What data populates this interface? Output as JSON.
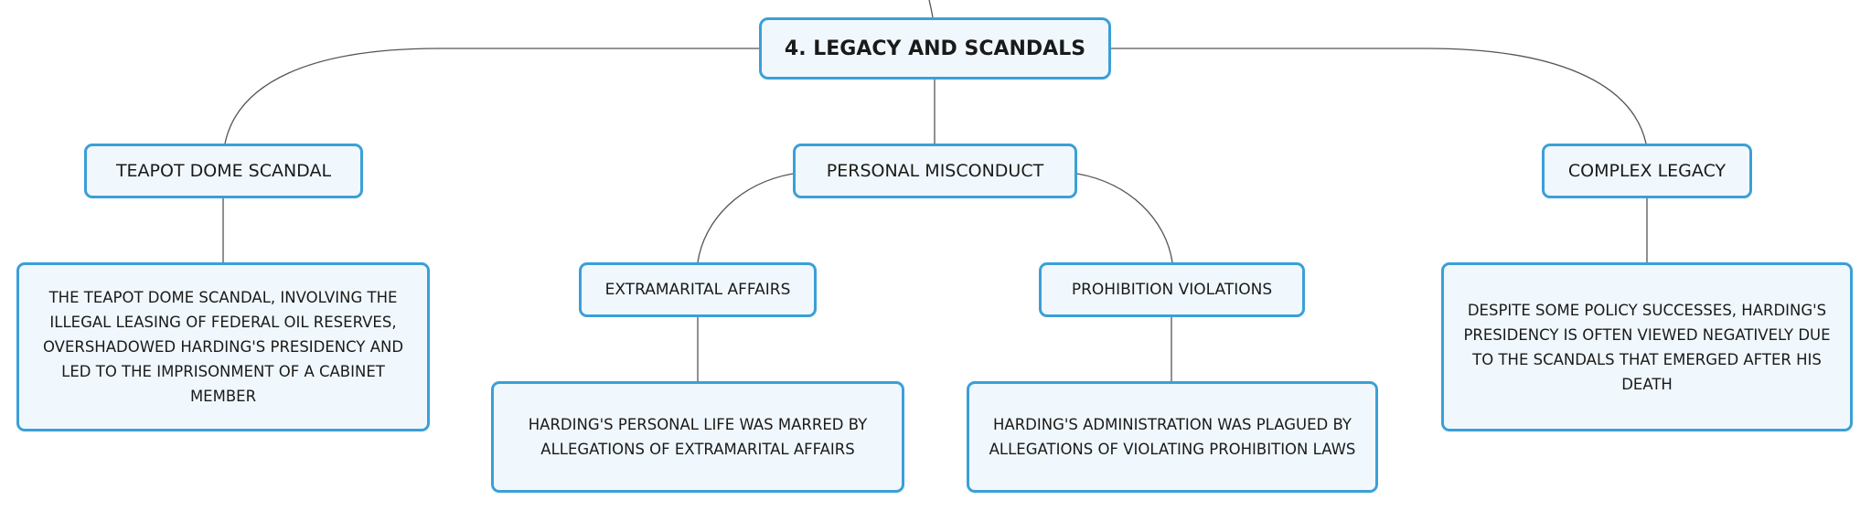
{
  "root": {
    "label": "4. LEGACY AND SCANDALS"
  },
  "branches": [
    {
      "label": "TEAPOT DOME SCANDAL",
      "detail": "THE TEAPOT DOME SCANDAL, INVOLVING THE ILLEGAL LEASING OF FEDERAL OIL RESERVES, OVERSHADOWED HARDING'S PRESIDENCY AND LED TO THE IMPRISONMENT OF A CABINET MEMBER"
    },
    {
      "label": "PERSONAL MISCONDUCT",
      "children": [
        {
          "label": "EXTRAMARITAL AFFAIRS",
          "detail": "HARDING'S PERSONAL LIFE WAS MARRED BY ALLEGATIONS OF EXTRAMARITAL AFFAIRS"
        },
        {
          "label": "PROHIBITION VIOLATIONS",
          "detail": "HARDING'S ADMINISTRATION WAS PLAGUED BY ALLEGATIONS OF VIOLATING PROHIBITION LAWS"
        }
      ]
    },
    {
      "label": "COMPLEX LEGACY",
      "detail": "DESPITE SOME POLICY SUCCESSES, HARDING'S PRESIDENCY IS OFTEN VIEWED NEGATIVELY DUE TO THE SCANDALS THAT EMERGED AFTER HIS DEATH"
    }
  ],
  "colors": {
    "node_border": "#3b9fd8",
    "node_fill": "#f1f8fd",
    "connector": "#555555"
  }
}
